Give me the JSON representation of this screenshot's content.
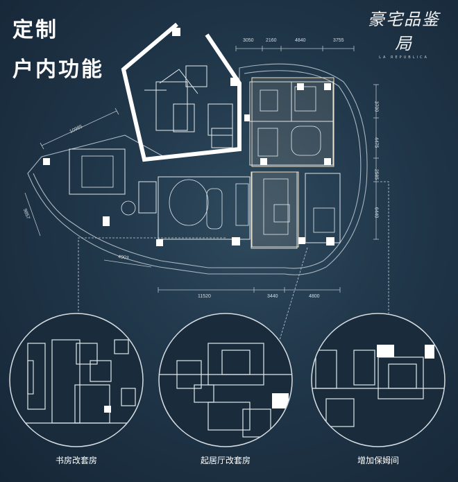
{
  "title": {
    "line1": "定制",
    "line2": "户内功能"
  },
  "brand": {
    "name": "豪宅品鉴局",
    "sub": "LA REPUBLICA"
  },
  "dimensions": {
    "top": [
      "3050",
      "2160",
      "4840",
      "3755"
    ],
    "right": [
      "3700",
      "4475",
      "2585",
      "6440"
    ],
    "left": [
      "10985",
      "9857",
      "4903"
    ],
    "bottom": [
      "11520",
      "3440",
      "4800"
    ]
  },
  "captions": [
    "书房改套房",
    "起居厅改套房",
    "增加保姆间"
  ],
  "colors": {
    "accent": "#f3e2c1",
    "background": "#1c3244"
  }
}
